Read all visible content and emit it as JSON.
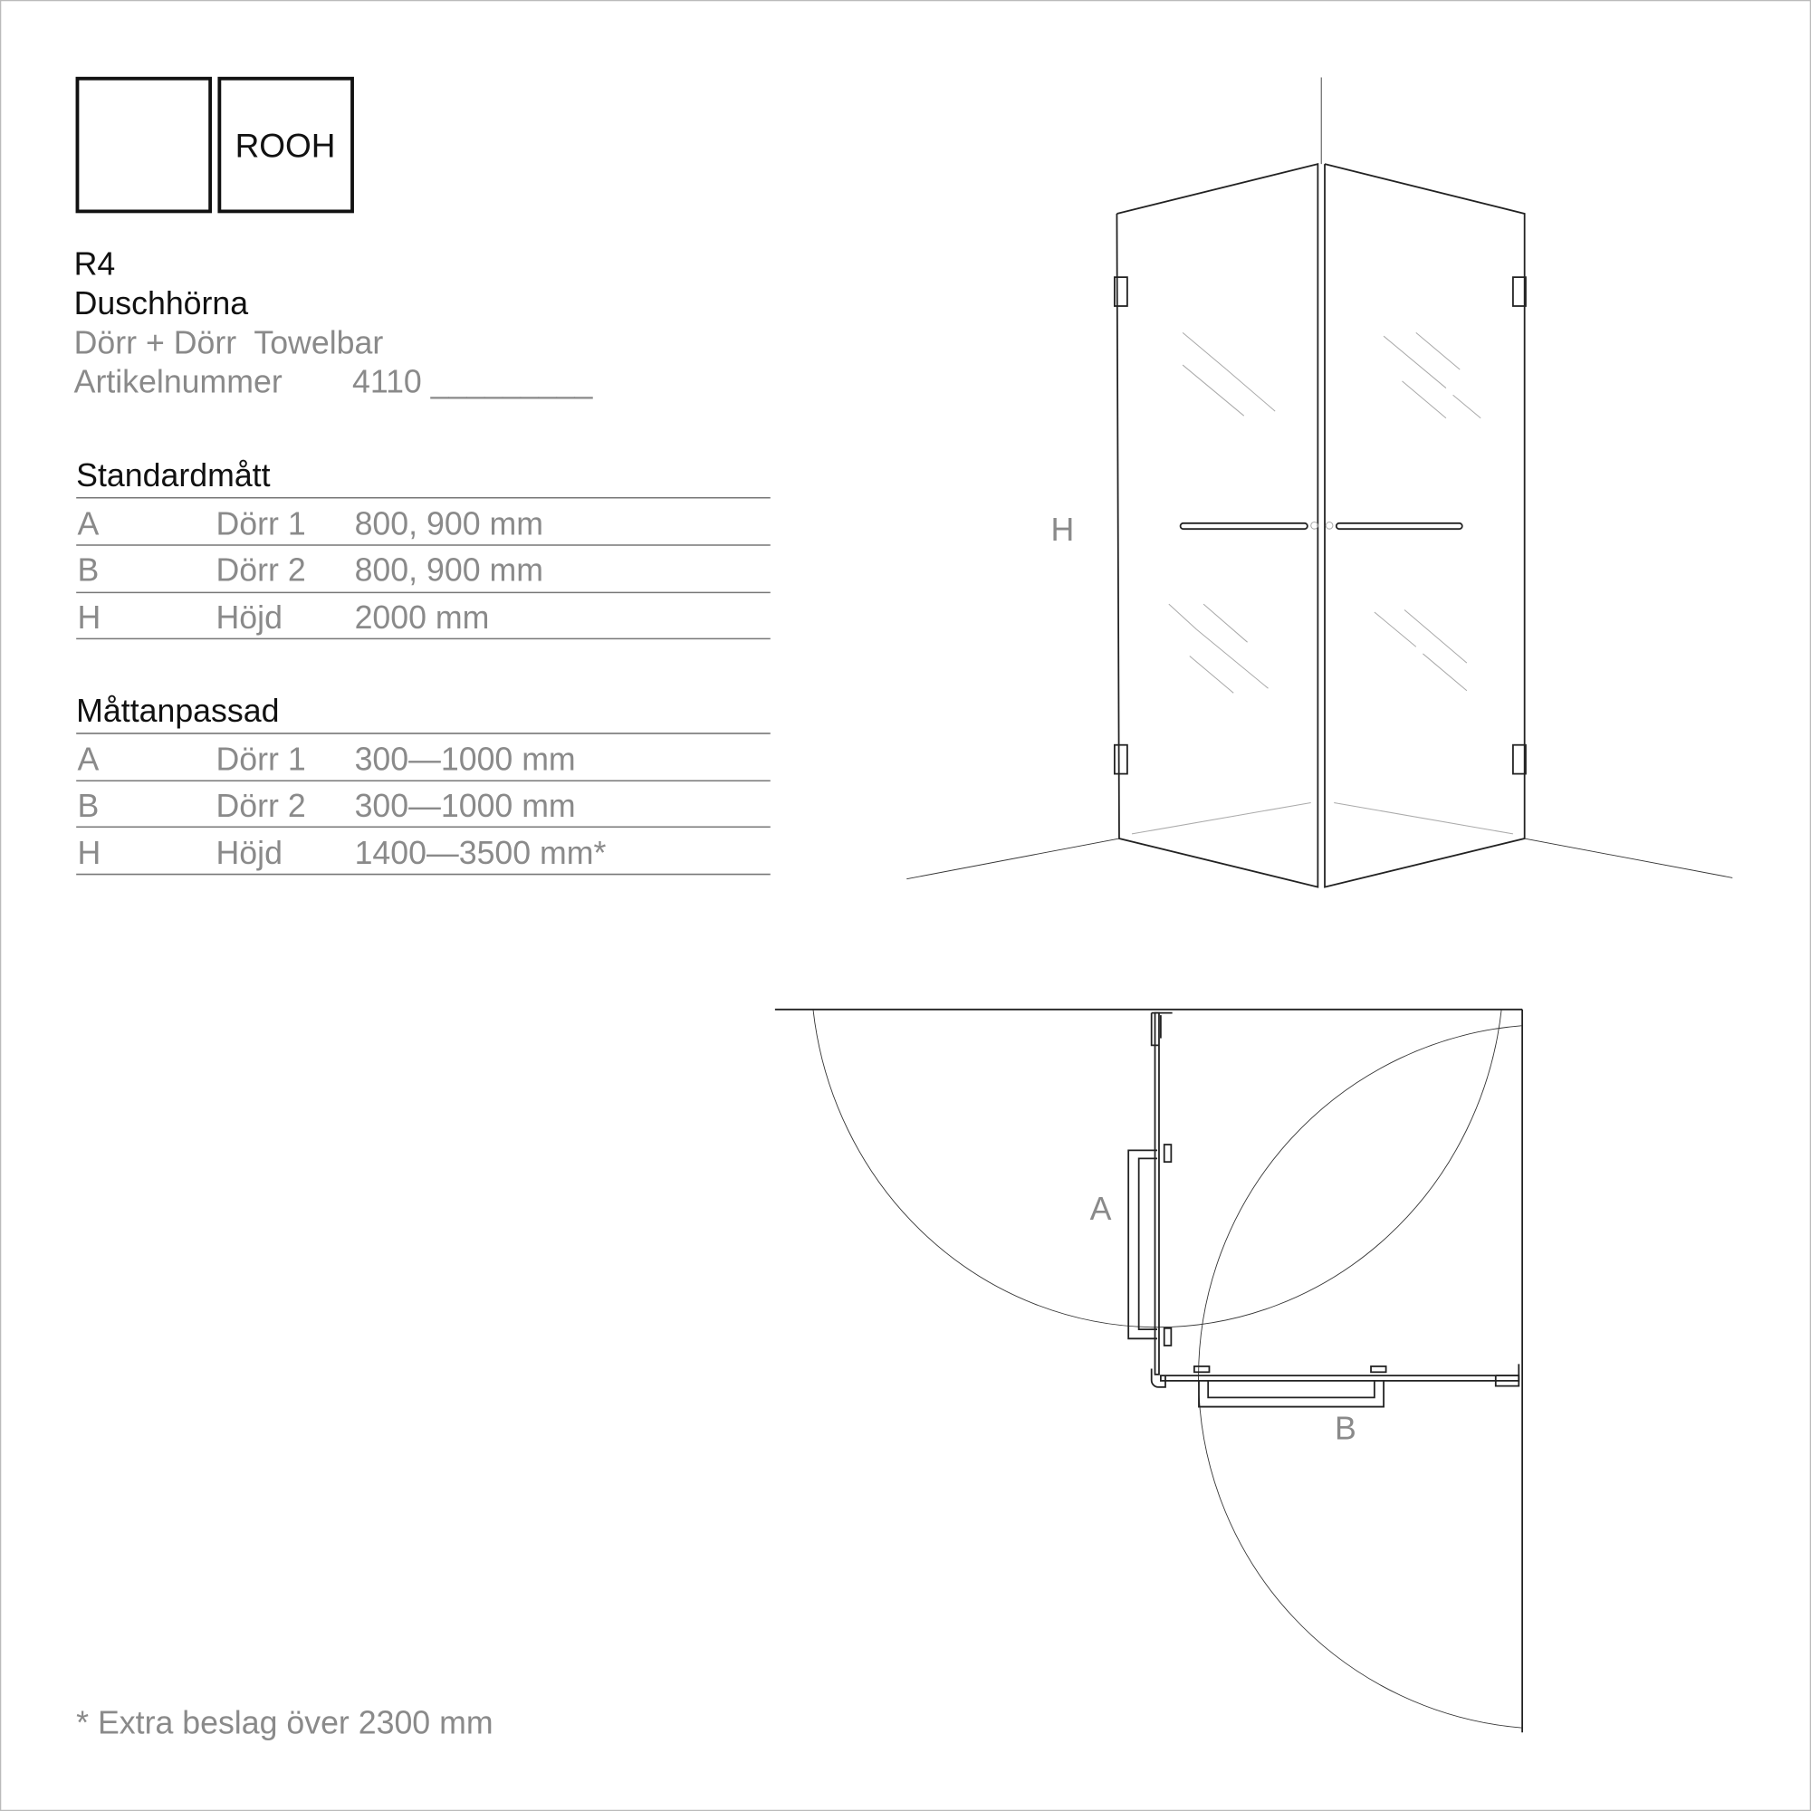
{
  "logo": {
    "text": "ROOH"
  },
  "product": {
    "model": "R4",
    "name": "Duschhörna",
    "variant": "Dörr + Dörr  Towelbar",
    "article_label": "Artikelnummer",
    "article_number": "4110 _________"
  },
  "standard": {
    "title": "Standardmått",
    "rows": [
      {
        "key": "A",
        "label": "Dörr 1",
        "value": "800, 900 mm"
      },
      {
        "key": "B",
        "label": "Dörr 2",
        "value": "800, 900 mm"
      },
      {
        "key": "H",
        "label": "Höjd",
        "value": "2000 mm"
      }
    ]
  },
  "custom": {
    "title": "Måttanpassad",
    "rows": [
      {
        "key": "A",
        "label": "Dörr 1",
        "value": "300—1000 mm"
      },
      {
        "key": "B",
        "label": "Dörr 2",
        "value": "300—1000 mm"
      },
      {
        "key": "H",
        "label": "Höjd",
        "value": "1400—3500 mm*"
      }
    ]
  },
  "drawing": {
    "height_label": "H",
    "door_a_label": "A",
    "door_b_label": "B"
  },
  "footnote": "* Extra beslag över 2300 mm"
}
